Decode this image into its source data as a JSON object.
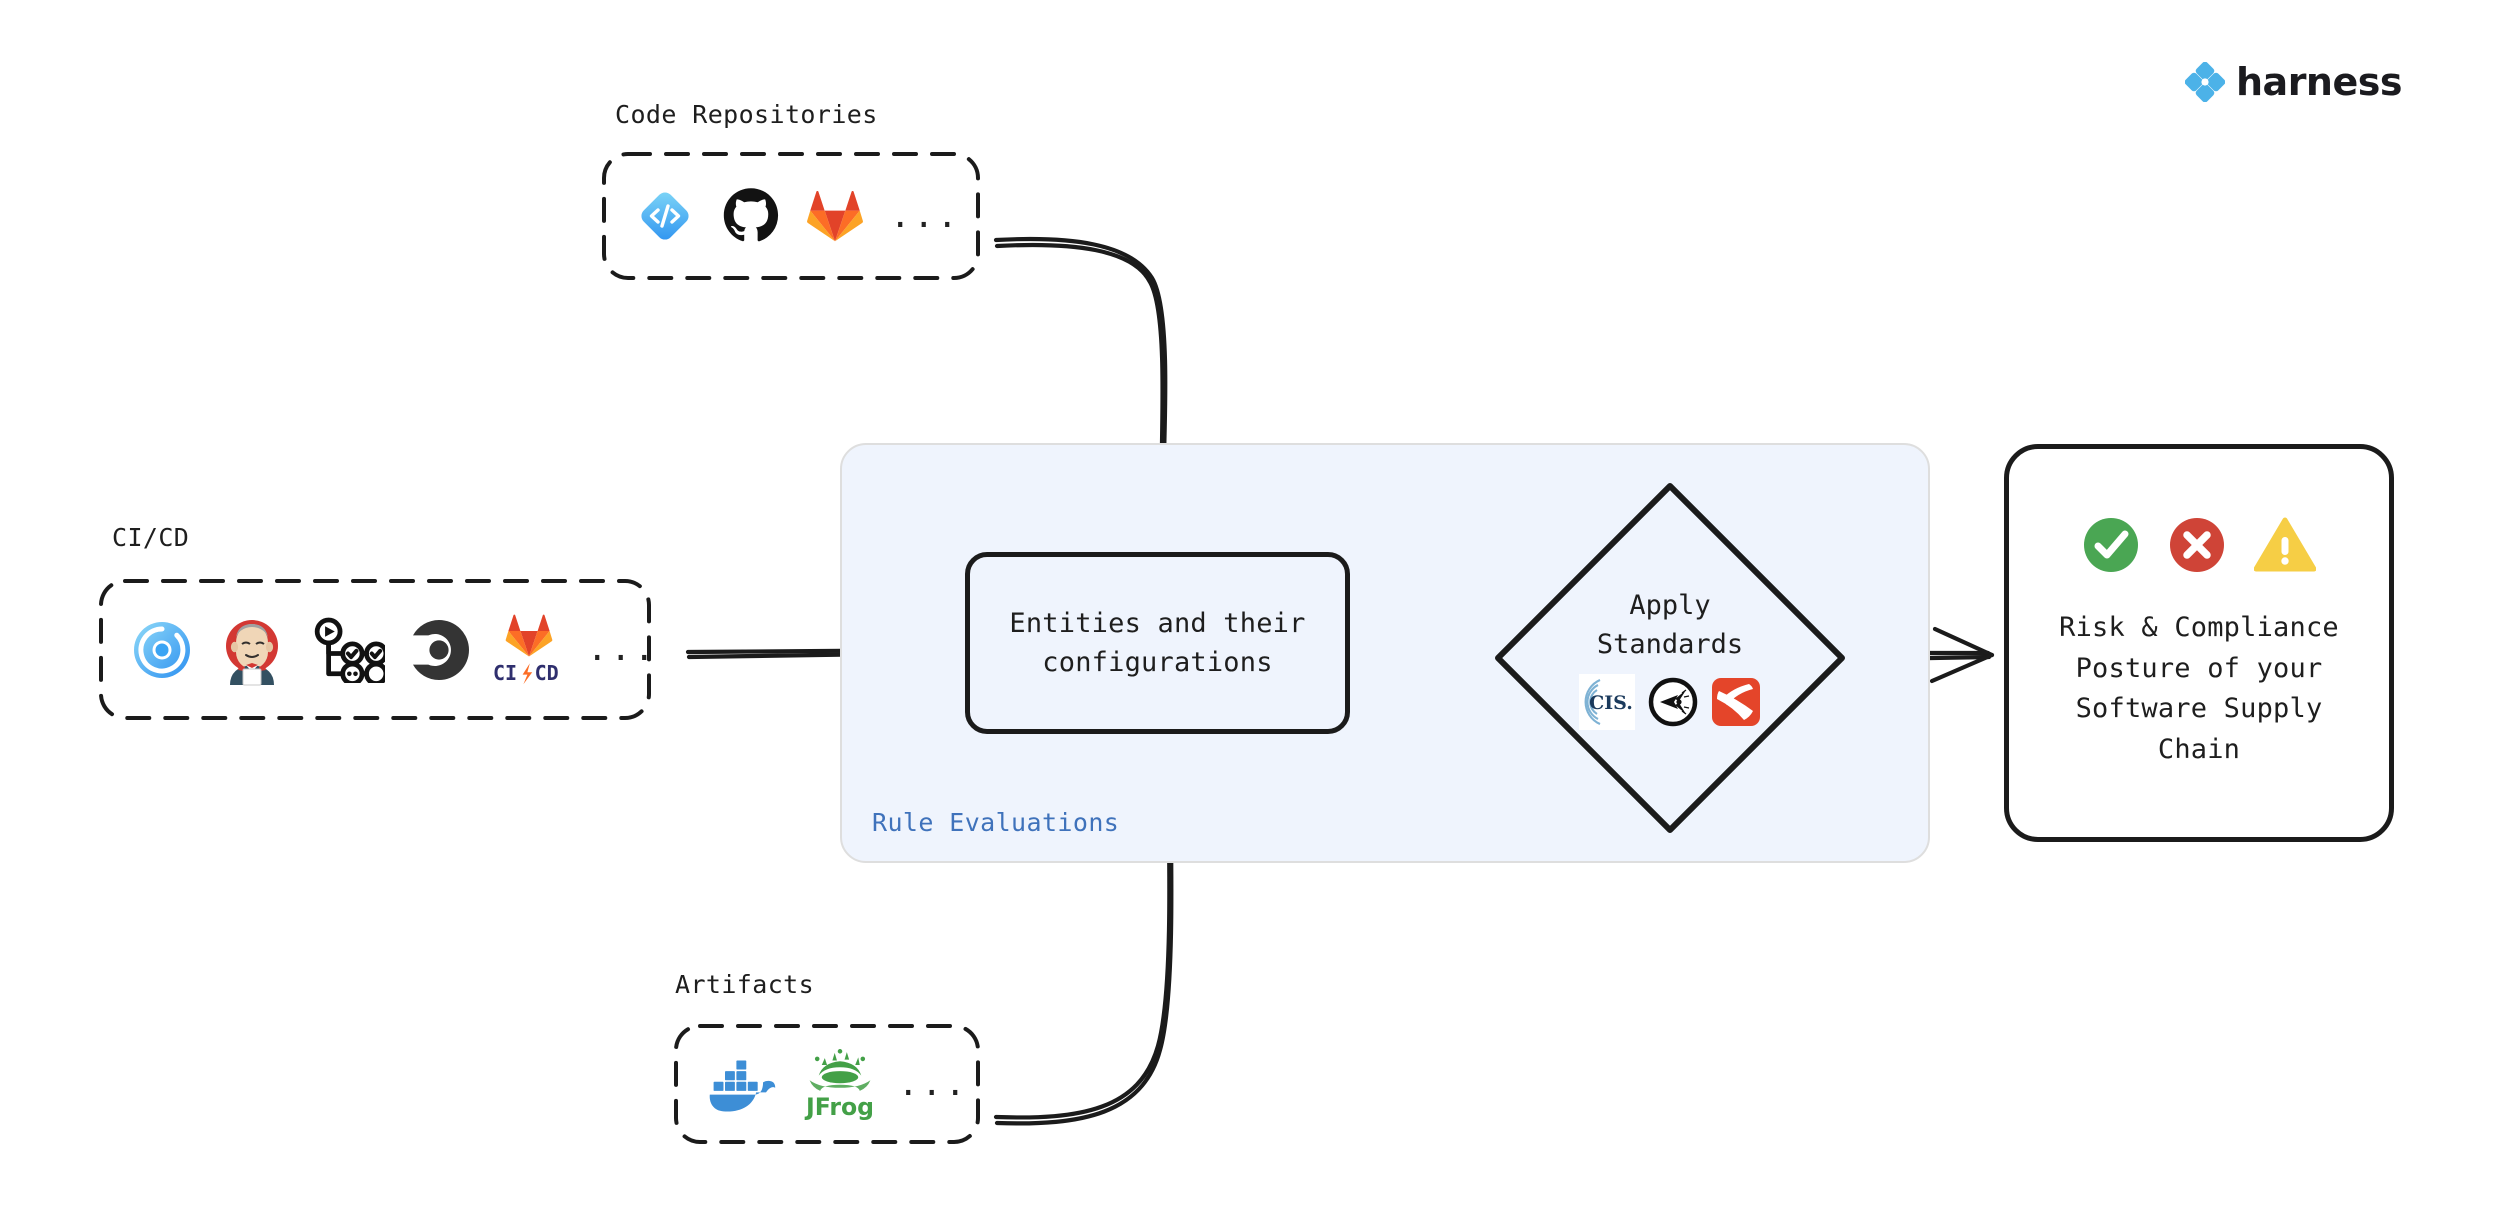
{
  "brand": {
    "name": "harness",
    "logo_icon": "harness-diamond-icon",
    "accent": "#4cb2e8"
  },
  "colors": {
    "panel_fill": "#eff4fd",
    "panel_border": "#dedede",
    "rule_label": "#3f72bb",
    "stroke": "#1b1b1b",
    "success": "#4aa653",
    "error": "#cf4437",
    "warning": "#f6ce45"
  },
  "groups": [
    {
      "id": "code-repositories",
      "label": "Code Repositories",
      "ellipsis": "...",
      "tools": [
        {
          "name": "harness-code-icon",
          "label": "Harness Code"
        },
        {
          "name": "github-icon",
          "label": "GitHub"
        },
        {
          "name": "gitlab-icon",
          "label": "GitLab"
        }
      ]
    },
    {
      "id": "ci-cd",
      "label": "CI/CD",
      "ellipsis": "...",
      "tools": [
        {
          "name": "harness-ci-icon",
          "label": "Harness CI"
        },
        {
          "name": "jenkins-icon",
          "label": "Jenkins"
        },
        {
          "name": "github-actions-icon",
          "label": "GitHub Actions"
        },
        {
          "name": "circleci-icon",
          "label": "CircleCI"
        },
        {
          "name": "gitlab-cicd-icon",
          "label": "GitLab CI/CD"
        }
      ]
    },
    {
      "id": "artifacts",
      "label": "Artifacts",
      "ellipsis": "...",
      "tools": [
        {
          "name": "docker-icon",
          "label": "Docker"
        },
        {
          "name": "jfrog-icon",
          "label": "JFrog"
        }
      ]
    }
  ],
  "rule_panel": {
    "label": "Rule Evaluations"
  },
  "entities": {
    "line1": "Entities and their",
    "line2": "configurations"
  },
  "standards": {
    "line1": "Apply",
    "line2": "Standards",
    "icons": [
      {
        "name": "cis-icon",
        "label": "CIS"
      },
      {
        "name": "openssf-icon",
        "label": "OpenSSF"
      },
      {
        "name": "slsa-icon",
        "label": "SLSA"
      }
    ]
  },
  "outcome": {
    "status_icons": [
      {
        "name": "check-circle-icon",
        "label": "Pass"
      },
      {
        "name": "error-circle-icon",
        "label": "Fail"
      },
      {
        "name": "warning-triangle-icon",
        "label": "Warning"
      }
    ],
    "line1": "Risk & Compliance",
    "line2": "Posture of your",
    "line3": "Software Supply",
    "line4": "Chain"
  },
  "connectors": [
    {
      "name": "arrow-code-repos-to-entities",
      "from": "code-repositories",
      "to": "entities"
    },
    {
      "name": "arrow-cicd-to-entities",
      "from": "ci-cd",
      "to": "entities"
    },
    {
      "name": "arrow-artifacts-to-entities",
      "from": "artifacts",
      "to": "entities"
    },
    {
      "name": "arrow-entities-to-standards",
      "from": "entities",
      "to": "standards"
    },
    {
      "name": "arrow-standards-to-outcome",
      "from": "standards",
      "to": "outcome"
    }
  ]
}
